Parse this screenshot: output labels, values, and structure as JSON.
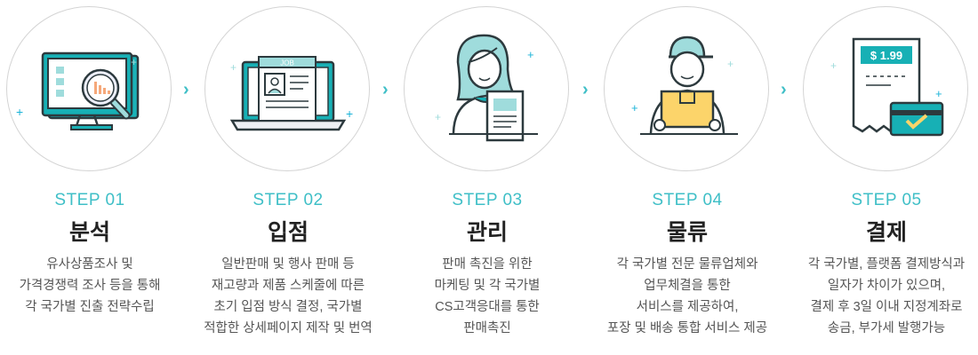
{
  "colors": {
    "accent": "#3fbfc7",
    "title": "#222222",
    "text": "#555555",
    "orange": "#f5a87a",
    "yellow": "#fcd46a"
  },
  "steps": [
    {
      "label": "STEP 01",
      "title": "분석",
      "icon": "monitor-magnifier-icon",
      "lines": [
        "유사상품조사 및",
        "가격경쟁력 조사 등을 통해",
        "각 국가별 진출 전략수립"
      ]
    },
    {
      "label": "STEP 02",
      "title": "입점",
      "icon": "laptop-job-profile-icon",
      "icon_text": "JOB",
      "lines": [
        "일반판매 및 행사 판매 등",
        "재고량과 제품 스케줄에 따른",
        "초기 입점 방식 결정, 국가별",
        "적합한 상세페이지 제작 및 번역"
      ]
    },
    {
      "label": "STEP 03",
      "title": "관리",
      "icon": "agent-with-document-icon",
      "lines": [
        "판매 촉진을 위한",
        "마케팅 및 각 국가별",
        "CS고객응대를 통한",
        "판매촉진"
      ]
    },
    {
      "label": "STEP 04",
      "title": "물류",
      "icon": "delivery-person-box-icon",
      "lines": [
        "각 국가별 전문 물류업체와",
        "업무체결을 통한",
        "서비스를 제공하여,",
        "포장 및 배송 통합 서비스 제공"
      ]
    },
    {
      "label": "STEP 05",
      "title": "결제",
      "icon": "receipt-card-icon",
      "icon_text": "$ 1.99",
      "lines": [
        "각 국가별, 플랫폼 결제방식과",
        "일자가 차이가 있으며,",
        "결제 후 3일 이내 지정계좌로",
        "송금, 부가세 발행가능"
      ]
    }
  ],
  "arrow_glyph": "›"
}
